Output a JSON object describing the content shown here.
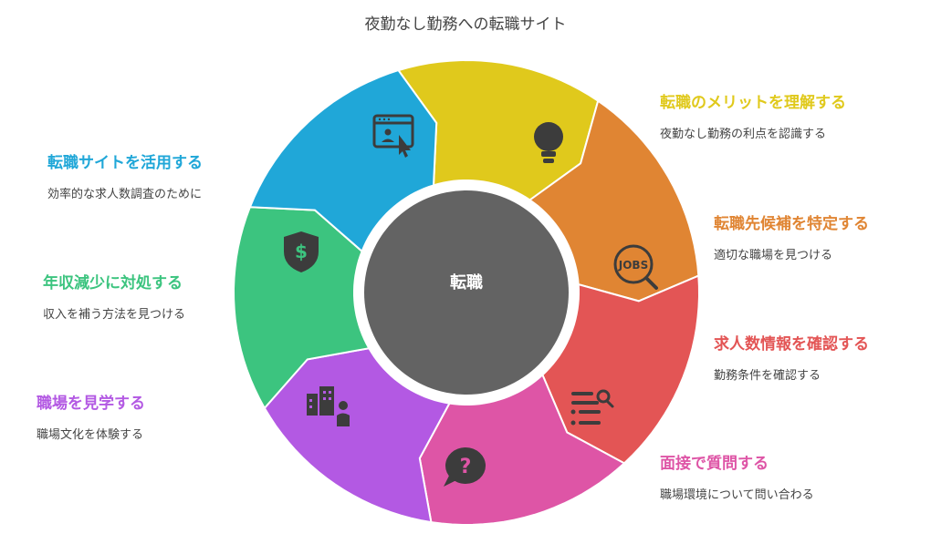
{
  "title": "夜勤なし勤務への転職サイト",
  "center_label": "転職",
  "segments": [
    {
      "heading": "転職のメリットを理解する",
      "desc": "夜勤なし勤務の利点を認識する",
      "color": "#E0C91C",
      "icon": "lightbulb-icon"
    },
    {
      "heading": "転職先候補を特定する",
      "desc": "適切な職場を見つける",
      "color": "#E08533",
      "icon": "jobs-search-icon"
    },
    {
      "heading": "求人数情報を確認する",
      "desc": "勤務条件を確認する",
      "color": "#E35555",
      "icon": "list-search-icon"
    },
    {
      "heading": "面接で質問する",
      "desc": "職場環境について問い合わる",
      "color": "#DE55A6",
      "icon": "question-bubble-icon"
    },
    {
      "heading": "職場を見学する",
      "desc": "職場文化を体験する",
      "color": "#B359E3",
      "icon": "building-person-icon"
    },
    {
      "heading": "年収減少に対処する",
      "desc": "収入を補う方法を見つける",
      "color": "#3CC47F",
      "icon": "dollar-shield-icon"
    },
    {
      "heading": "転職サイトを活用する",
      "desc": "効率的な求人数調査のために",
      "color": "#20A7D8",
      "icon": "web-click-icon"
    }
  ],
  "colors": {
    "center": "#636363",
    "title": "#444444",
    "desc": "#444444"
  }
}
